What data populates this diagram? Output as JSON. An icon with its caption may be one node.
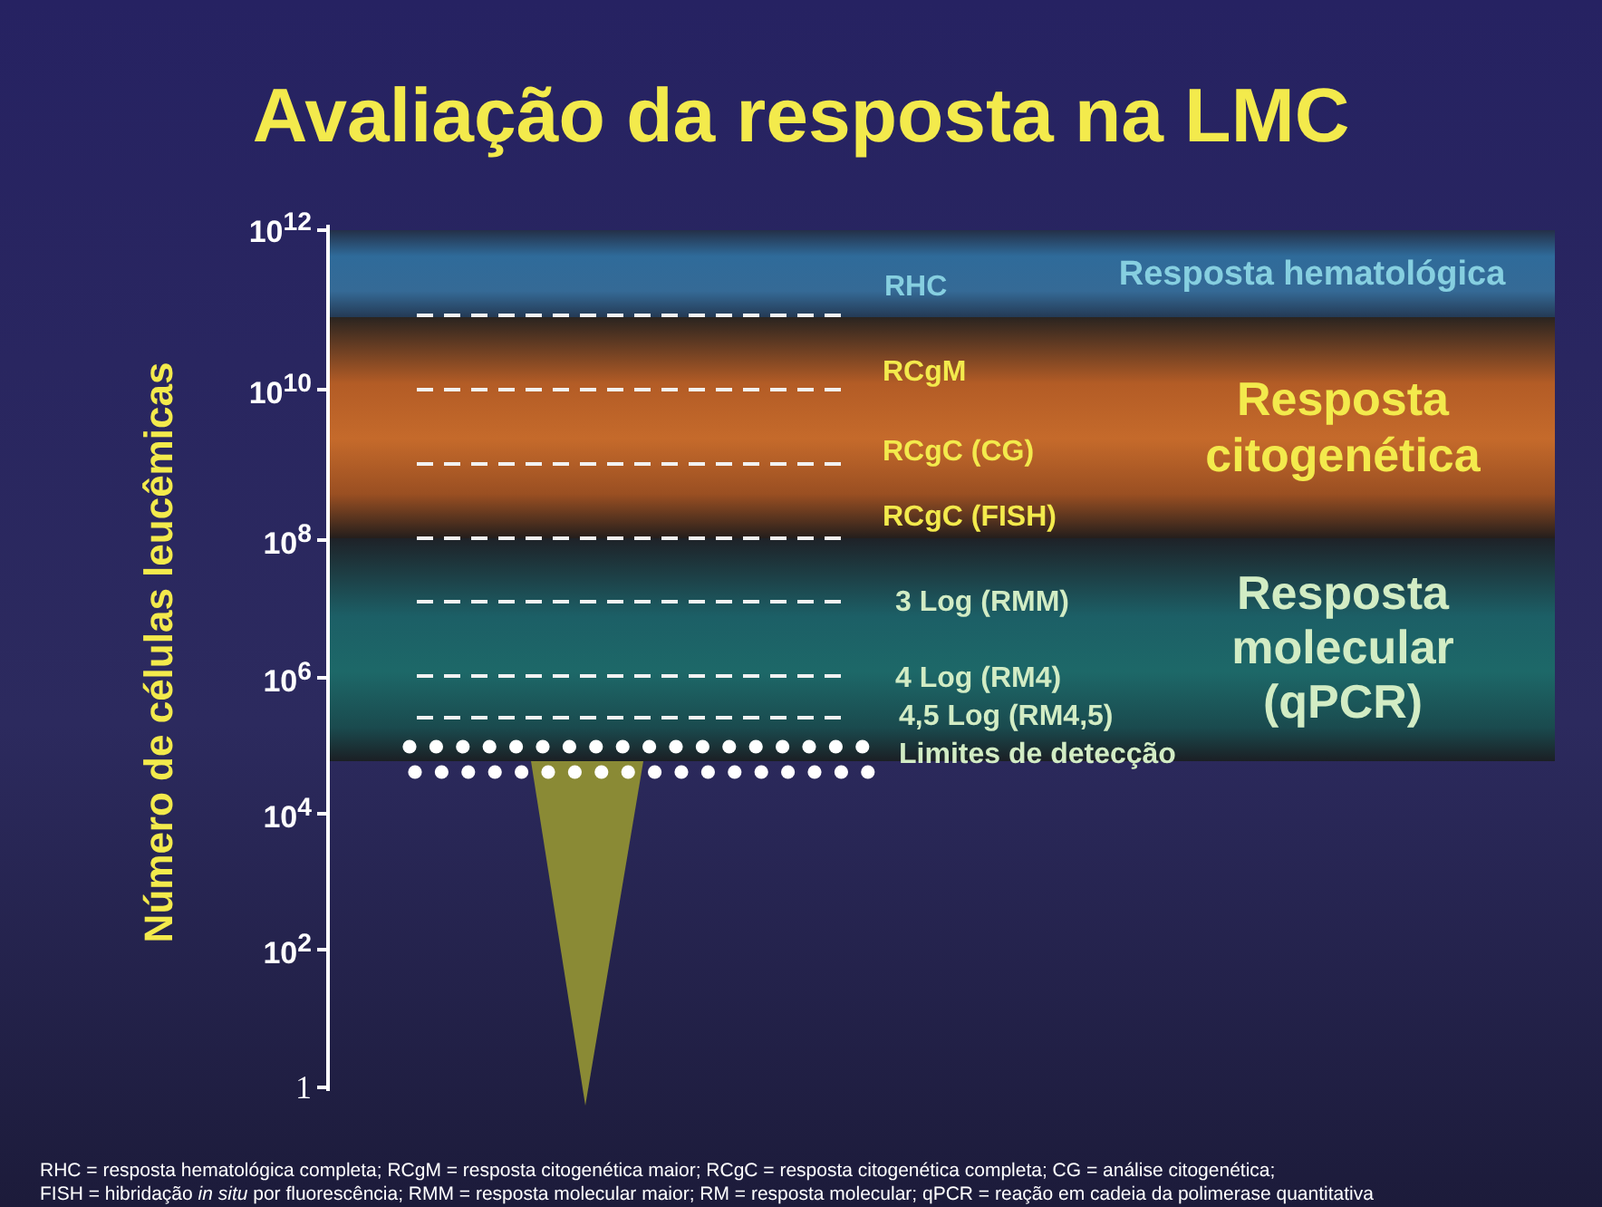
{
  "diagram": {
    "title": "Avaliação da resposta na LMC",
    "nodes": [
      {
        "text": [
          "Resposta hematológica"
        ]
      },
      {
        "text": [
          "Resposta citogenética"
        ]
      },
      {
        "text": [
          "Resposta molecular (qPCR)"
        ]
      },
      {
        "text": [],
        "shape": "triangle"
      }
    ],
    "labels": [
      "10$^{12}$",
      "10$^{10}$",
      "10$^{8}$",
      "10$^{6}$",
      "10$^{4}$",
      "10$^{2}$",
      "1",
      "RHC",
      "RCgM",
      "RCgC (CG)",
      "RCgC (FISH)",
      "3 Log (RMM)",
      "4 Log (RM4)",
      "4,5 Log (RM4,5)",
      "Limites de detecção",
      "Número de células leucêmicas",
      "RHC = resposta hematológica completa; RCgM = resposta citogenética maior; RCgC = resposta citogenética completa; CG = análise citogenética;",
      "FISH = hibridação *in situ* por fluorescência; RMM = resposta molecular maior; RM = resposta molecular; qPCR = reação em cadeia da polimerase quantitativa"
    ]
  }
}
